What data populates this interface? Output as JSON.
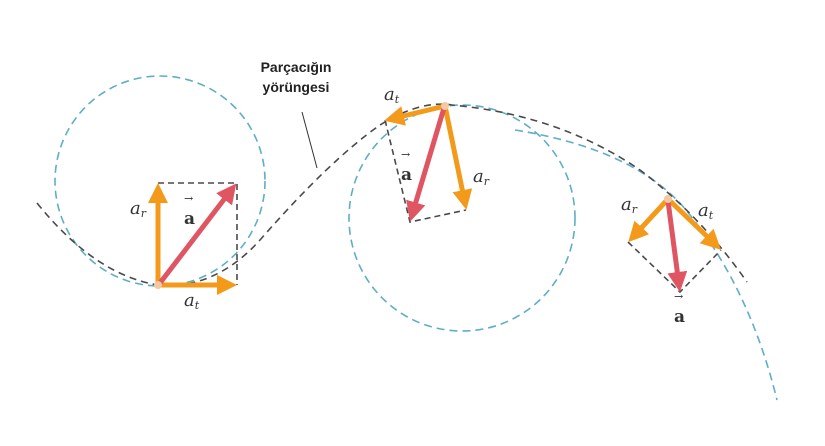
{
  "title_line1": "Parçacığın",
  "title_line2": "yörüngesi",
  "symbols": {
    "a_var": "a",
    "radial_sub": "r",
    "tangential_sub": "t",
    "vector_a": "a",
    "vector_arrow": "→"
  },
  "colors": {
    "component_vectors": "#f39a1b",
    "total_vector": "#e05562",
    "osculating_circles": "#5eaec6",
    "trajectory": "#4a4a4a"
  }
}
